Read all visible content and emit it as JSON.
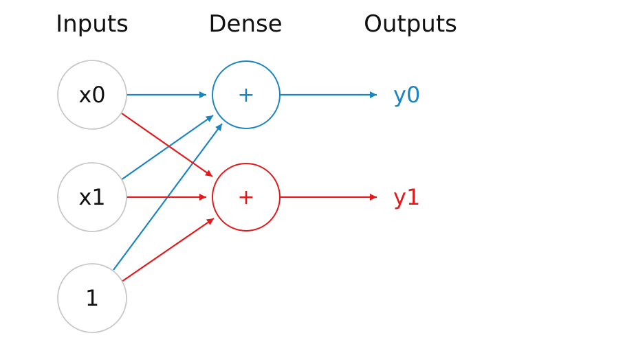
{
  "headers": {
    "inputs": "Inputs",
    "dense": "Dense",
    "outputs": "Outputs"
  },
  "input_nodes": [
    "x0",
    "x1",
    "1"
  ],
  "dense_nodes": [
    "+",
    "+"
  ],
  "outputs": [
    "y0",
    "y1"
  ],
  "colors": {
    "unit0": "#1a85c0",
    "unit1": "#e31a1c",
    "input_stroke": "#c8c8c8",
    "text": "#111111"
  }
}
